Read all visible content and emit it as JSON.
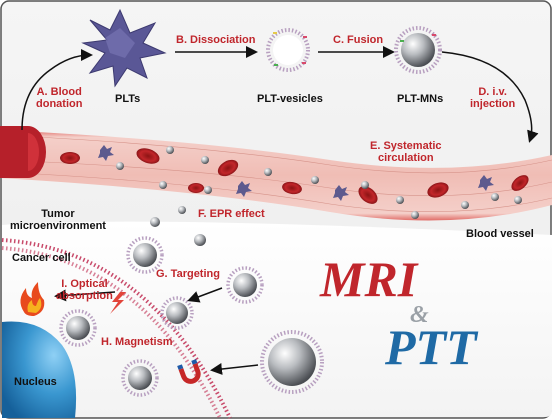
{
  "colors": {
    "step_label": "#c0262c",
    "object_label": "#111111",
    "mri": "#c0262c",
    "ptt": "#1f6aa5",
    "amp": "#9aa0a6",
    "vessel_wall": "#d7564f",
    "blood": "#f2c2bb",
    "nucleus": "#1f78b4"
  },
  "steps": {
    "a": "A. Blood\ndonation",
    "b": "B. Dissociation",
    "c": "C. Fusion",
    "d": "D. i.v.\ninjection",
    "e": "E. Systematic\ncirculation",
    "f": "F. EPR effect",
    "g": "G. Targeting",
    "h": "H. Magnetism",
    "i": "I. Optical\nabsorption"
  },
  "objects": {
    "plts": "PLTs",
    "plt_vesicles": "PLT-vesicles",
    "plt_mns": "PLT-MNs",
    "tumor_microenvironment": "Tumor\nmicroenvironment",
    "blood_vessel": "Blood vessel",
    "cancer_cell": "Cancer cell",
    "nucleus": "Nucleus"
  },
  "title": {
    "mri": "MRI",
    "amp": "&",
    "ptt": "PTT"
  },
  "icons": [
    "platelet-icon",
    "vesicle-icon",
    "nanoparticle-icon",
    "red-blood-cell-icon",
    "magnet-icon",
    "flame-icon",
    "lightning-icon"
  ]
}
